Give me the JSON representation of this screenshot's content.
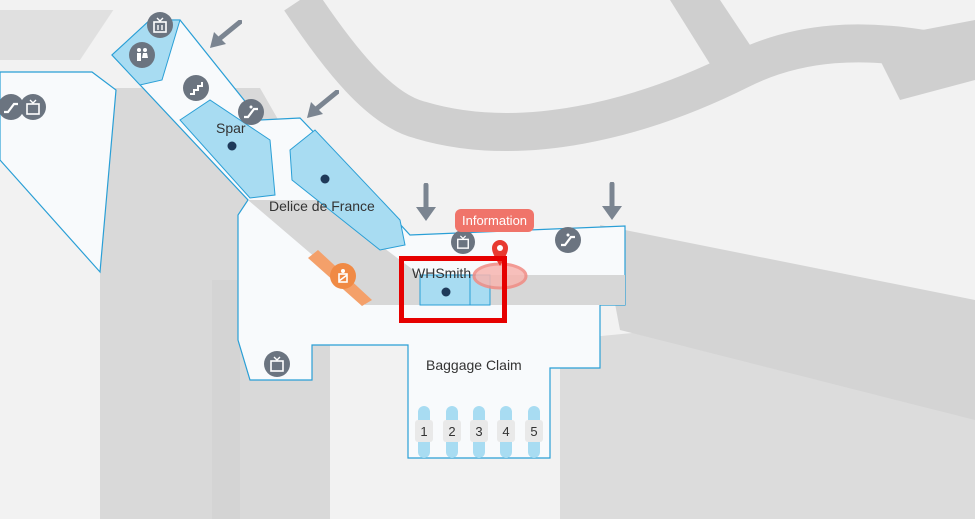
{
  "map": {
    "shops": [
      {
        "name": "Spar"
      },
      {
        "name": "Delice de France"
      },
      {
        "name": "WHSmith"
      }
    ],
    "areas": [
      {
        "name": "Baggage Claim"
      }
    ],
    "gates": [
      "1",
      "2",
      "3",
      "4",
      "5"
    ],
    "popup": {
      "label": "Information"
    },
    "icons": [
      "restroom-icon",
      "elevator-icon",
      "stairs-icon",
      "escalator-icon",
      "seatbelt-icon",
      "down-arrow-icon",
      "location-pin-icon"
    ],
    "colors": {
      "background": "#f2f2f2",
      "road": "#d2d2d2",
      "floor": "#f8fafc",
      "shop": "#a8dcf2",
      "outline": "#2a9fd6",
      "icon": "#6b7480",
      "highlight": "#e60000",
      "popup": "#f0746a",
      "walkway": "#f4a06a"
    }
  }
}
